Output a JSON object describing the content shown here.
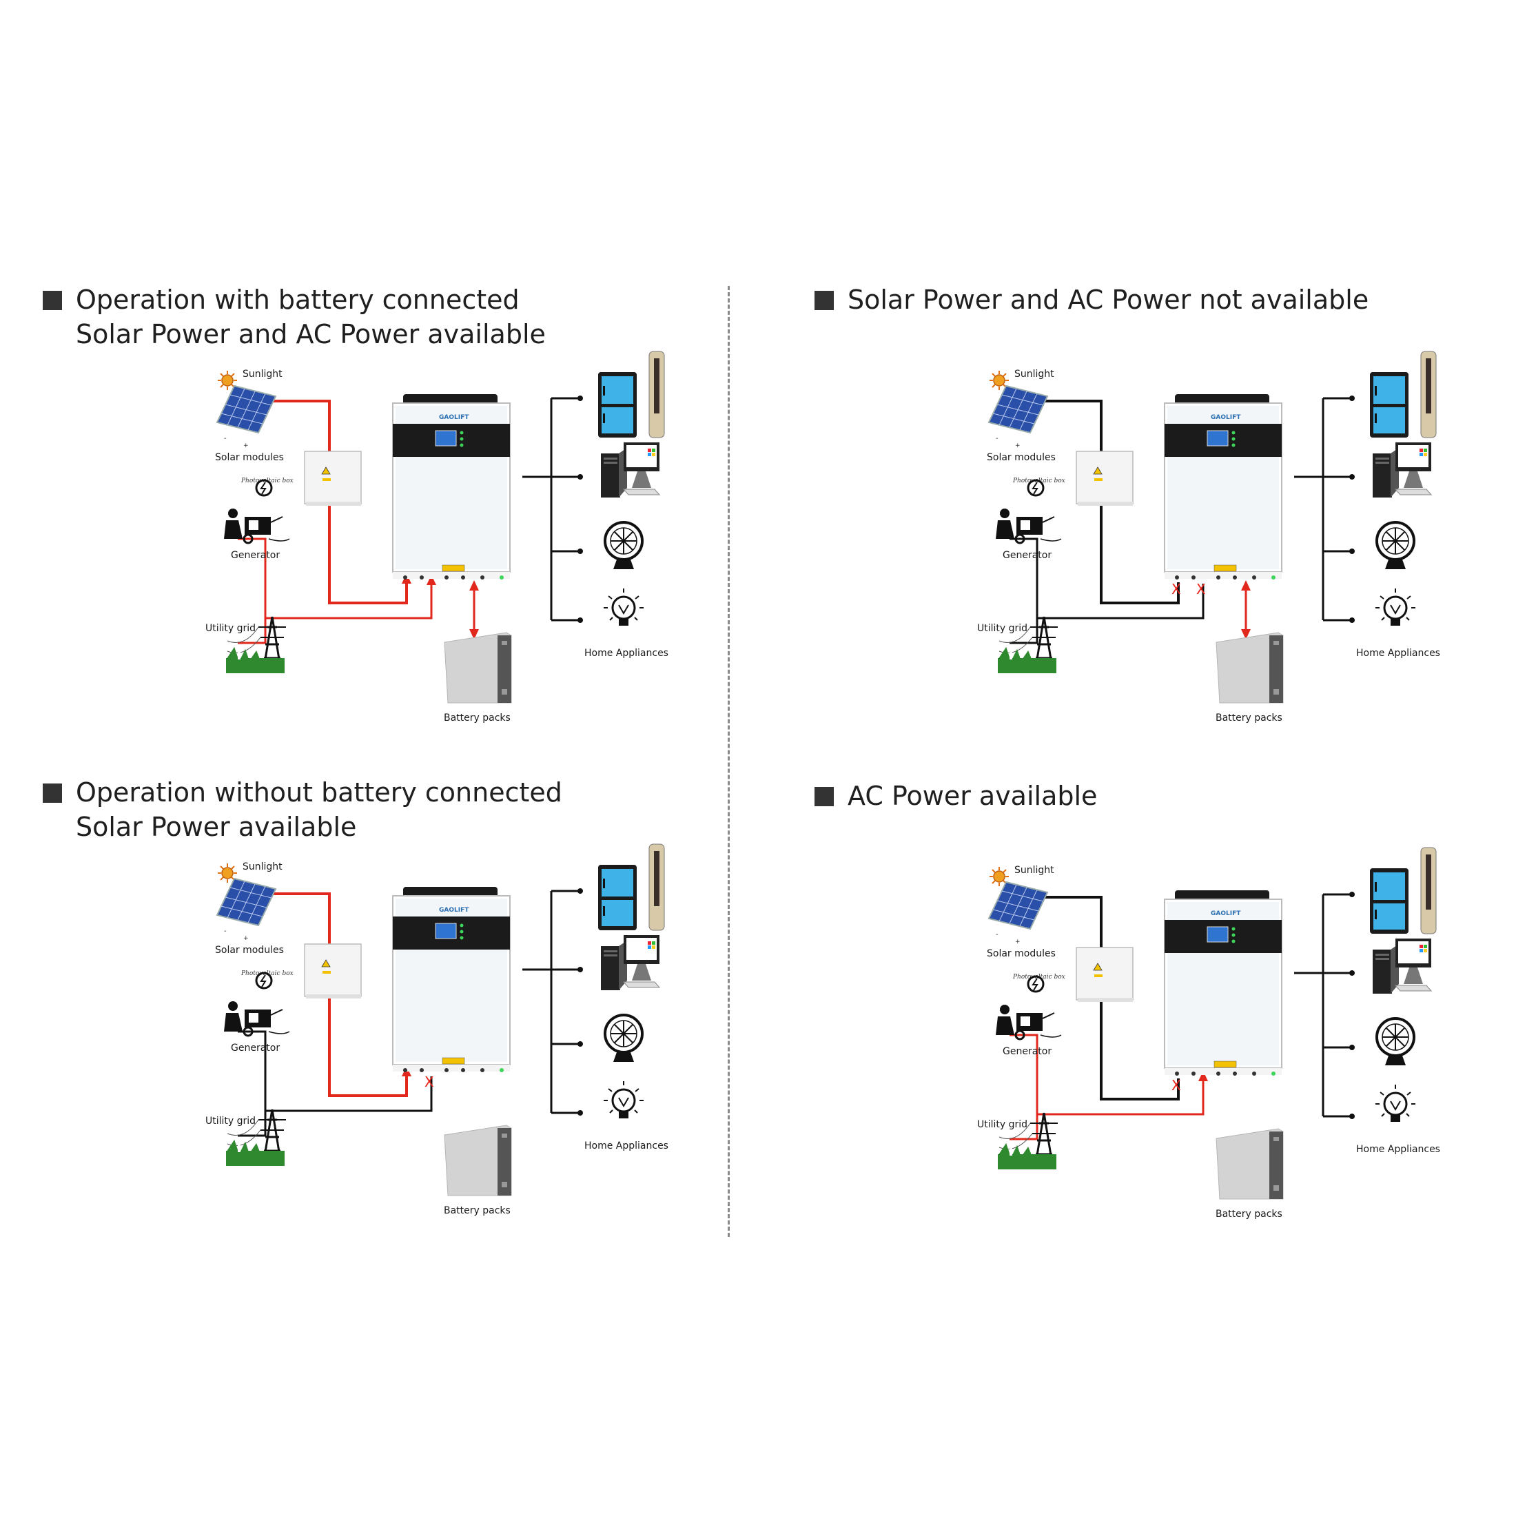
{
  "colors": {
    "active_line": "#e2281d",
    "inactive_line": "#111111",
    "heading_bullet": "#333333",
    "inverter_panel": "#1b1b1b",
    "screen": "#2f74d0",
    "battery": "#d3d3d3",
    "fridge": "#3fb3e8",
    "divider": "#8a8a8a"
  },
  "labels": {
    "sunlight": "Sunlight",
    "solar_modules": "Solar modules",
    "pv_box": "Photovoltaic box",
    "generator": "Generator",
    "utility_grid": "Utility grid",
    "battery_packs": "Battery packs",
    "home_appliances": "Home Appliances",
    "brand": "GAOLIFT",
    "x_mark": "X"
  },
  "quadrants": [
    {
      "id": "q1",
      "heading": [
        "Operation  with  battery  connected",
        "Solar Power and AC Power available"
      ],
      "solar_line": "active",
      "ac_line": "active",
      "battery_link": "active",
      "x_marks": []
    },
    {
      "id": "q2",
      "heading": [
        "Solar Power and AC Power not available"
      ],
      "solar_line": "inactive",
      "ac_line": "inactive",
      "battery_link": "active",
      "x_marks": [
        "solar",
        "ac"
      ]
    },
    {
      "id": "q3",
      "heading": [
        "Operation without battery connected",
        "Solar Power available"
      ],
      "solar_line": "active",
      "ac_line": "inactive",
      "battery_link": "none",
      "x_marks": [
        "ac"
      ]
    },
    {
      "id": "q4",
      "heading": [
        "AC Power available"
      ],
      "solar_line": "inactive",
      "ac_line": "active",
      "battery_link": "none",
      "x_marks": [
        "solar"
      ]
    }
  ]
}
